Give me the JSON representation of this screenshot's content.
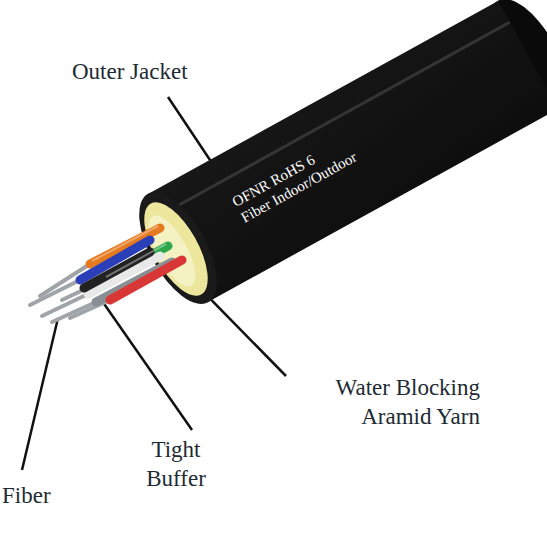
{
  "diagram": {
    "labels": [
      "Outer Jacket",
      "OFNR RoHS 6",
      "Fiber Indoor/Outdoor",
      "Water Blocking Aramid Yarn",
      "Tight Buffer",
      "Fiber"
    ]
  }
}
